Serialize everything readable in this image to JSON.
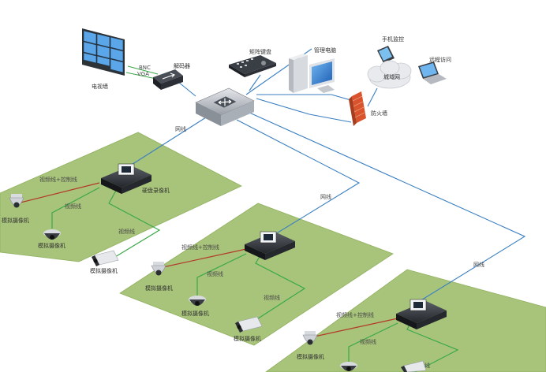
{
  "colors": {
    "floor_fill": "#a8c47a",
    "floor_stroke": "#8fb05e",
    "network_line": "#3a7fc1",
    "control_line": "#b23a2a",
    "video_line": "#3aa84a",
    "firewall": "#d9542c"
  },
  "devices": {
    "video_wall": "电视墙",
    "decoder": "解码器",
    "matrix_keyboard": "矩阵键盘",
    "management_pc": "管理电脑",
    "mobile_monitor": "手机监控",
    "wan": "城域网",
    "remote_access": "远程访问",
    "firewall": "防火墙",
    "dvr": "硬盘录像机",
    "camera": "模拟摄像机"
  },
  "wires": {
    "bnc": "BNC",
    "vga": "VGA",
    "network": "网线",
    "video_control": "视频线+控制线",
    "video": "视频线"
  },
  "icons": {
    "switch": "network-switch-icon",
    "dvr": "dvr-icon",
    "dome_camera": "dome-camera-icon",
    "bullet_camera": "bullet-camera-icon",
    "pc": "desktop-pc-icon",
    "laptop": "laptop-icon",
    "phone": "phone-icon",
    "cloud": "cloud-icon"
  }
}
